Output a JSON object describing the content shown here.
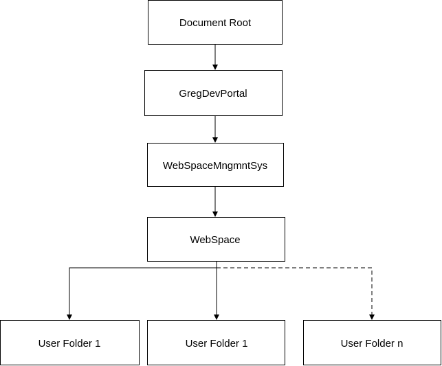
{
  "diagram": {
    "nodes": {
      "document_root": "Document Root",
      "greg_dev_portal": "GregDevPortal",
      "web_space_mngmnt_sys": "WebSpaceMngmntSys",
      "web_space": "WebSpace",
      "user_folder_a": "User Folder 1",
      "user_folder_b": "User Folder 1",
      "user_folder_n": "User Folder n"
    },
    "edges": [
      {
        "from": "document_root",
        "to": "greg_dev_portal",
        "style": "solid"
      },
      {
        "from": "greg_dev_portal",
        "to": "web_space_mngmnt_sys",
        "style": "solid"
      },
      {
        "from": "web_space_mngmnt_sys",
        "to": "web_space",
        "style": "solid"
      },
      {
        "from": "web_space",
        "to": "user_folder_a",
        "style": "solid"
      },
      {
        "from": "web_space",
        "to": "user_folder_b",
        "style": "solid"
      },
      {
        "from": "web_space",
        "to": "user_folder_n",
        "style": "dashed"
      }
    ]
  }
}
